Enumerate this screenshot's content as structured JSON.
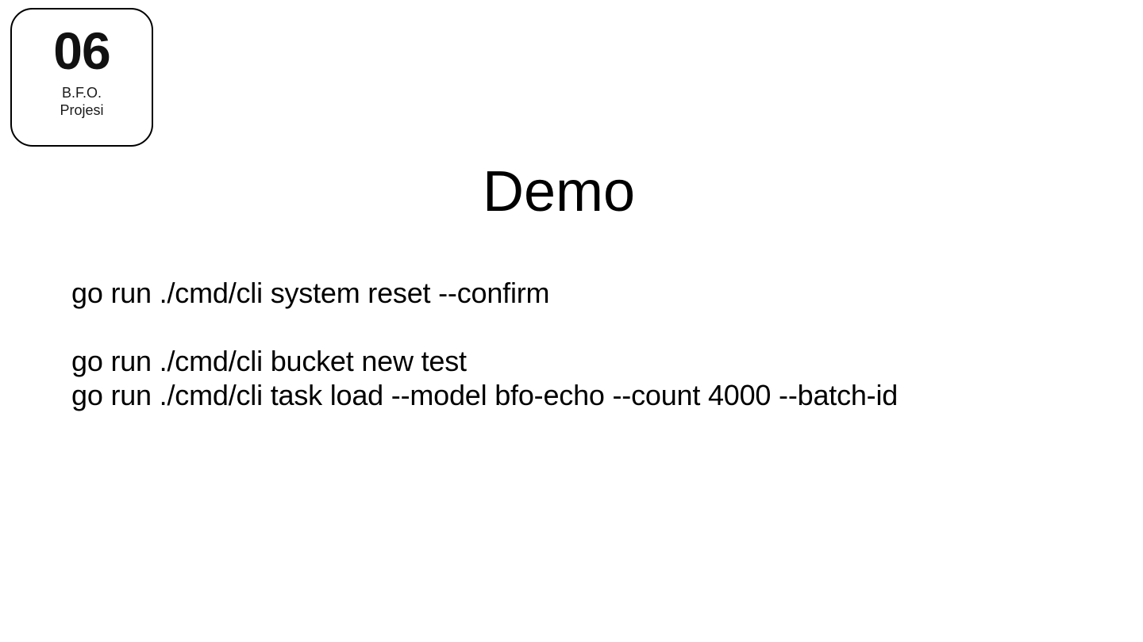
{
  "slide": {
    "title": "Demo",
    "badge": {
      "number": "06",
      "subtitle_line1": "B.F.O.",
      "subtitle_line2": "Projesi"
    },
    "command_groups": [
      {
        "lines": [
          "go run ./cmd/cli system reset --confirm"
        ]
      },
      {
        "lines": [
          "go run ./cmd/cli bucket new test",
          "go run ./cmd/cli task load --model bfo-echo --count 4000 --batch-id"
        ]
      }
    ]
  },
  "colors": {
    "background": "#ffffff",
    "text": "#000000",
    "badge_border": "#000000"
  }
}
